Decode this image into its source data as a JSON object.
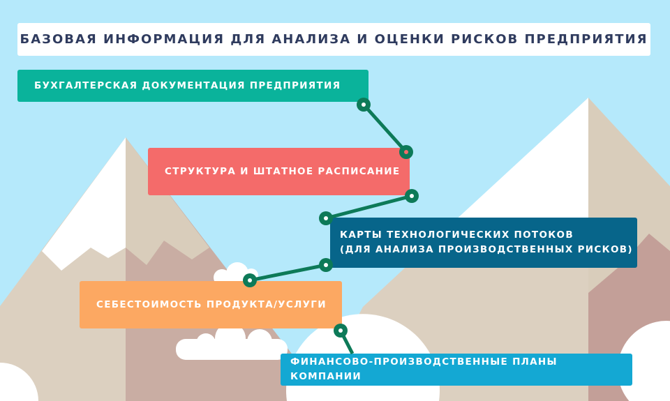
{
  "title": "БАЗОВАЯ ИНФОРМАЦИЯ ДЛЯ АНАЛИЗА И ОЦЕНКИ РИСКОВ ПРЕДПРИЯТИЯ",
  "steps": [
    {
      "label": "БУХГАЛТЕРСКАЯ ДОКУМЕНТАЦИЯ ПРЕДПРИЯТИЯ",
      "color": "#0ab39b"
    },
    {
      "label": "СТРУКТУРА И ШТАТНОЕ РАСПИСАНИЕ",
      "color": "#f46b6a"
    },
    {
      "label_line1": "КАРТЫ ТЕХНОЛОГИЧЕСКИХ ПОТОКОВ",
      "label_line2": "(ДЛЯ АНАЛИЗА ПРОИЗВОДСТВЕННЫХ РИСКОВ)",
      "color": "#07658a"
    },
    {
      "label": "СЕБЕСТОИМОСТЬ ПРОДУКТА/УСЛУГИ",
      "color": "#fca862"
    },
    {
      "label": "ФИНАНСОВО-ПРОИЗВОДСТВЕННЫЕ ПЛАНЫ КОМПАНИИ",
      "color": "#14a8d3"
    }
  ],
  "connector_color": "#0d7a58"
}
